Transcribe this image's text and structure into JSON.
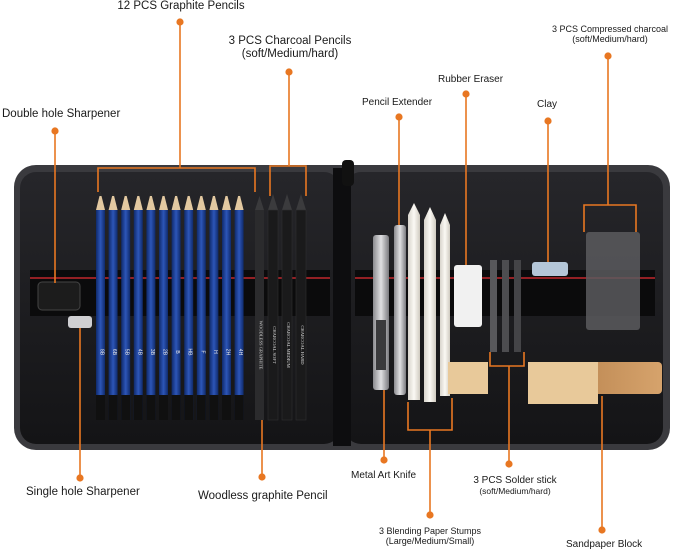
{
  "image": {
    "description_free": true,
    "accent_color": "#e87722",
    "case_color": "#1c1c1e",
    "label_color": "#1a1a1a"
  },
  "labels": {
    "graphite_pencils": "12 PCS Graphite Pencils",
    "charcoal_pencils_title": "3 PCS Charcoal Pencils",
    "charcoal_pencils_sub": "(soft/Medium/hard)",
    "compressed_charcoal_title": "3 PCS Compressed charcoal",
    "compressed_charcoal_sub": "(soft/Medium/hard)",
    "rubber_eraser": "Rubber Eraser",
    "double_hole_sharpener": "Double hole Sharpener",
    "pencil_extender": "Pencil Extender",
    "clay": "Clay",
    "single_hole_sharpener": "Single hole Sharpener",
    "woodless_graphite_pencil": "Woodless graphite Pencil",
    "metal_art_knife": "Metal Art Knife",
    "solder_stick_title": "3 PCS Solder stick",
    "solder_stick_sub": "(soft/Medium/hard)",
    "blending_stumps_title": "3 Blending Paper Stumps",
    "blending_stumps_sub": "(Large/Medium/Small)",
    "sandpaper_block": "Sandpaper Block"
  },
  "pencil_grades": [
    "8B",
    "6B",
    "5B",
    "4B",
    "3B",
    "2B",
    "B",
    "HB",
    "F",
    "H",
    "2H",
    "4H"
  ],
  "charcoal_pencil_labels": [
    "CHARCOAL SOFT",
    "CHARCOAL MEDIUM",
    "CHARCOAL HARD"
  ],
  "woodless_pencil_label": "WOODLESS GRAPHITE"
}
